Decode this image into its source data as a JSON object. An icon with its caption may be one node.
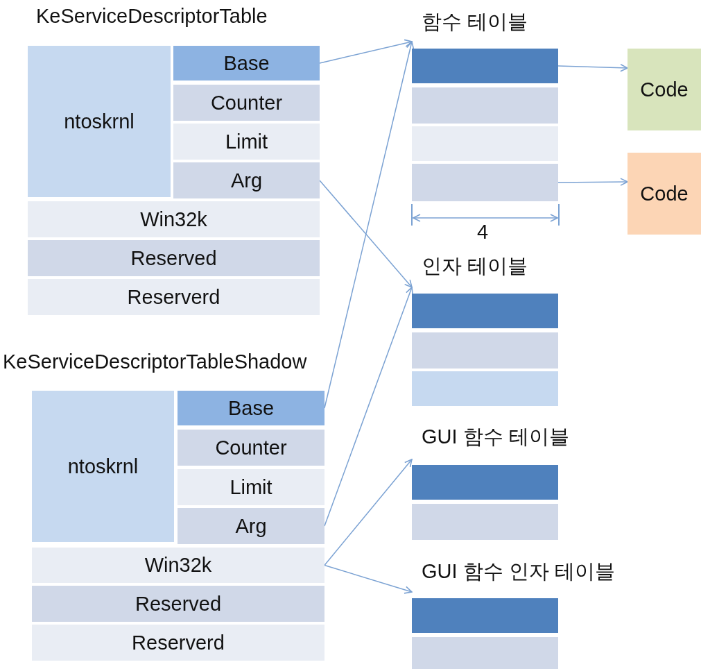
{
  "diagram": {
    "nodes": [
      {
        "text": [
          "KeServiceDescriptorTable"
        ]
      },
      {
        "text": [
          "ntoskrnl"
        ],
        "in": 0
      },
      {
        "text": [
          "Base"
        ],
        "in": 0
      },
      {
        "text": [
          "Counter"
        ],
        "in": 0
      },
      {
        "text": [
          "Limit"
        ],
        "in": 0
      },
      {
        "text": [
          "Arg"
        ],
        "in": 0
      },
      {
        "text": [
          "Win32k"
        ],
        "in": 0
      },
      {
        "text": [
          "Reserved"
        ],
        "in": 0
      },
      {
        "text": [
          "Reserverd"
        ],
        "in": 0
      },
      {
        "text": [
          "함수 테이블"
        ]
      },
      {
        "text": [],
        "shape": "bar",
        "in": 9
      },
      {
        "text": [],
        "shape": "bar",
        "in": 9
      },
      {
        "text": [],
        "shape": "bar",
        "in": 9
      },
      {
        "text": [],
        "shape": "bar",
        "in": 9
      },
      {
        "text": [
          "Code"
        ]
      },
      {
        "text": [
          "Code"
        ]
      },
      {
        "text": [
          "인자 테이블"
        ]
      },
      {
        "text": [],
        "shape": "bar",
        "in": 16
      },
      {
        "text": [],
        "shape": "bar",
        "in": 16
      },
      {
        "text": [],
        "shape": "bar",
        "in": 16
      },
      {
        "text": [
          "KeServiceDescriptorTableShadow"
        ]
      },
      {
        "text": [
          "ntoskrnl"
        ],
        "in": 20
      },
      {
        "text": [
          "Base"
        ],
        "in": 20
      },
      {
        "text": [
          "Counter"
        ],
        "in": 20
      },
      {
        "text": [
          "Limit"
        ],
        "in": 20
      },
      {
        "text": [
          "Arg"
        ],
        "in": 20
      },
      {
        "text": [
          "Win32k"
        ],
        "in": 20
      },
      {
        "text": [
          "Reserved"
        ],
        "in": 20
      },
      {
        "text": [
          "Reserverd"
        ],
        "in": 20
      },
      {
        "text": [
          "GUI  함수 테이블"
        ]
      },
      {
        "text": [],
        "shape": "bar",
        "in": 29
      },
      {
        "text": [],
        "shape": "bar",
        "in": 29
      },
      {
        "text": [
          "GUI 함수 인자 테이블"
        ]
      },
      {
        "text": [],
        "shape": "bar",
        "in": 32
      },
      {
        "text": [],
        "shape": "bar",
        "in": 32
      }
    ],
    "edges": [
      {
        "from": 2,
        "to": 9,
        "arrow": "to"
      },
      {
        "from": 5,
        "to": 16,
        "arrow": "to"
      },
      {
        "from": 22,
        "to": 9,
        "arrow": "to"
      },
      {
        "from": 25,
        "to": 16,
        "arrow": "to"
      },
      {
        "from": 26,
        "to": 29,
        "arrow": "to"
      },
      {
        "from": 26,
        "to": 32,
        "arrow": "to"
      },
      {
        "from": 10,
        "to": 14,
        "arrow": "to"
      },
      {
        "from": 13,
        "to": 15,
        "arrow": "to"
      }
    ],
    "labels": [
      "4"
    ]
  }
}
